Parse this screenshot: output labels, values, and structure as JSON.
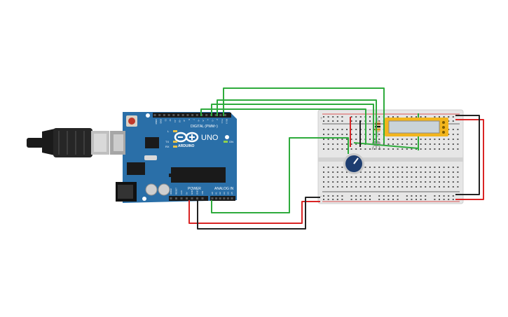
{
  "board": {
    "name": "UNO",
    "brand": "ARDUINO",
    "digital_header_label": "DIGITAL (PWM~)",
    "power_header_label": "POWER",
    "analog_header_label": "ANALOG IN",
    "on_label": "ON",
    "led_l": "L",
    "led_tx": "TX",
    "led_rx": "RX",
    "digital_pins": [
      "AREF",
      "GND",
      "13",
      "12",
      "~11",
      "~10",
      "~9",
      "8",
      "7",
      "~6",
      "~5",
      "4",
      "~3",
      "2",
      "TX 1",
      "RX 0"
    ],
    "power_pins": [
      "IOREF",
      "RESET",
      "3.3V",
      "5V",
      "GND",
      "GND",
      "VIN"
    ],
    "analog_pins": [
      "A0",
      "A1",
      "A2",
      "A3",
      "A4",
      "A5"
    ]
  },
  "breadboard": {
    "rail_plus": "+",
    "rail_minus": "-"
  },
  "colors": {
    "board": "#2a6fa8",
    "board_dark": "#1e5580",
    "breadboard": "#e6e6e6",
    "wire_green": "#2eab3c",
    "wire_red": "#d92424",
    "wire_black": "#222222",
    "lcd_frame": "#f2b51d",
    "lcd_screen": "#c9d3d9",
    "pot": "#1d3d70"
  }
}
